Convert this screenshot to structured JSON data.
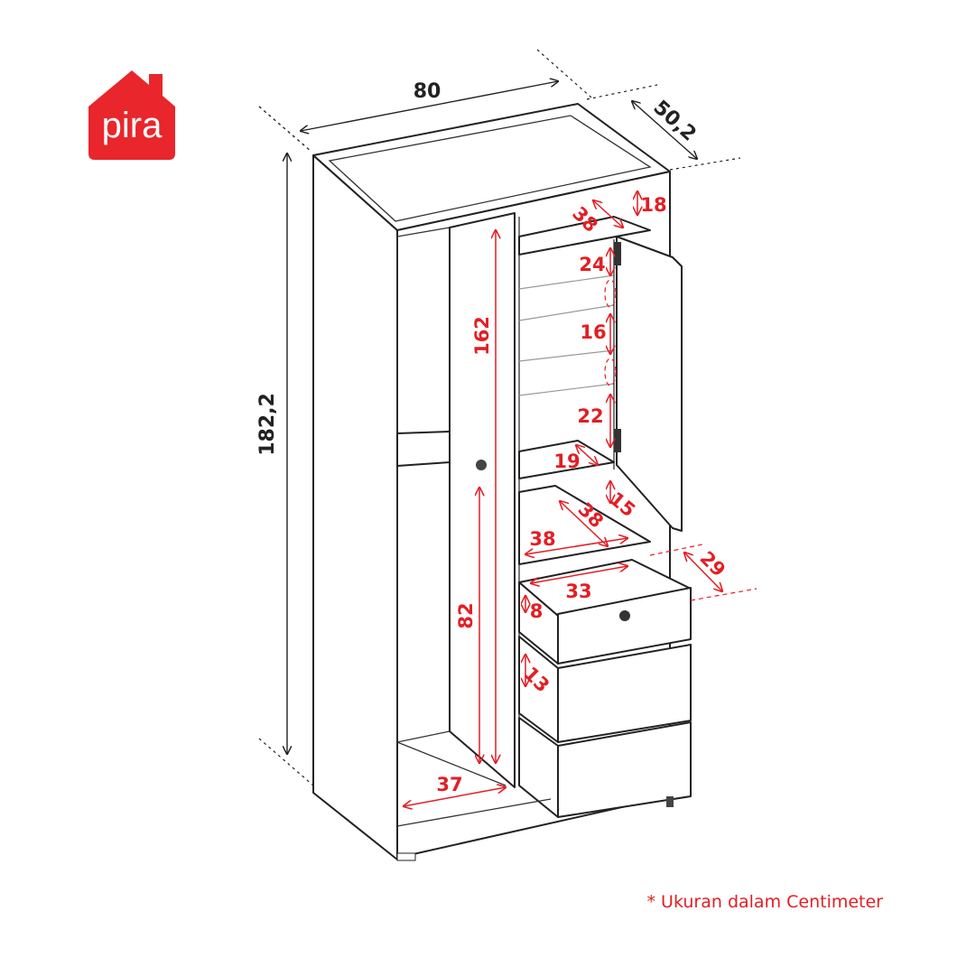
{
  "brand": {
    "name": "pira",
    "color": "#e8262b"
  },
  "dimensions": {
    "width": "80",
    "depth": "50,2",
    "height": "182,2",
    "left_hanging_height": "162",
    "left_lower_height": "82",
    "left_width": "37",
    "top_gap": "18",
    "top_shelf_depth": "38",
    "shelf_gap_1": "24",
    "shelf_gap_2": "16",
    "shelf_gap_3": "22",
    "small_shelf_depth": "19",
    "lower_gap": "15",
    "bottom_shelf_depth": "38",
    "bottom_shelf_width": "38",
    "drawer_width": "33",
    "drawer_depth": "29",
    "drawer_height_1": "8",
    "drawer_height_2": "13"
  },
  "footnote": "* Ukuran dalam Centimeter",
  "colors": {
    "accent": "#e31e24",
    "line": "#222222"
  }
}
